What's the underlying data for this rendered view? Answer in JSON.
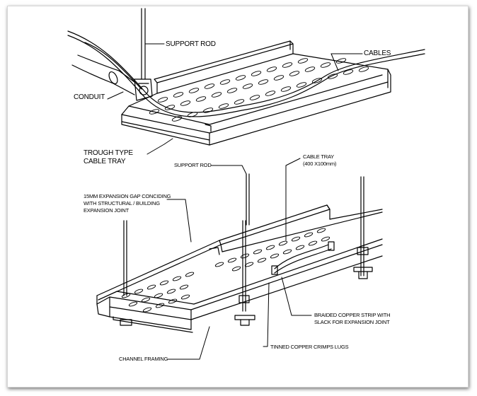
{
  "labels": {
    "support_rod_top": "SUPPORT ROD",
    "cables": "CABLES",
    "conduit": "CONDUIT",
    "trough_line1": "TROUGH TYPE",
    "trough_line2": "CABLE TRAY",
    "support_rod_bottom": "SUPPORT ROD",
    "cable_tray_line1": "CABLE TRAY",
    "cable_tray_line2": "(400 X100mm)",
    "expansion_line1": "15MM EXPANSION GAP CONCIDING",
    "expansion_line2": "WITH STRUCTURAL / BUILDING",
    "expansion_line3": "EXPANSION JOINT",
    "braided_line1": "BRAIDED COPPER STRIP WITH",
    "braided_line2": "SLACK FOR EXPANSION JOINT",
    "tinned": "TINNED COPPER CRIMPS LUGS",
    "channel": "CHANNEL FRAMING"
  }
}
